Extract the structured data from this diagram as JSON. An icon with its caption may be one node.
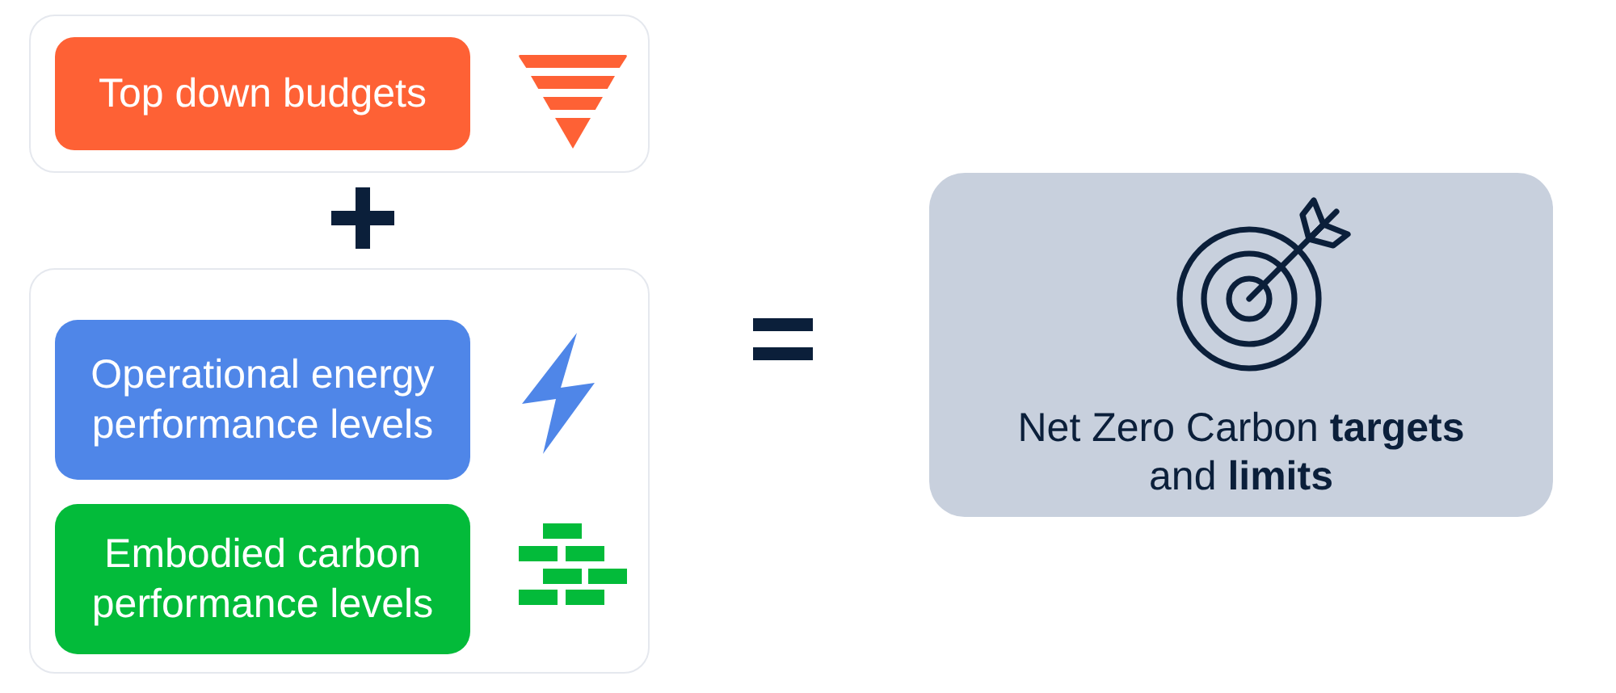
{
  "diagram": {
    "nodes": [
      {
        "text": [],
        "shape": "box"
      },
      {
        "text": [
          "Top down budgets"
        ],
        "in": 0
      },
      {
        "text": [],
        "shape": "box"
      },
      {
        "text": [
          "Operational energy performance levels"
        ],
        "in": 2
      },
      {
        "text": [
          "Embodied carbon performance levels"
        ],
        "in": 2
      },
      {
        "text": [
          "Net Zero Carbon **targets** and **limits**"
        ]
      }
    ]
  }
}
